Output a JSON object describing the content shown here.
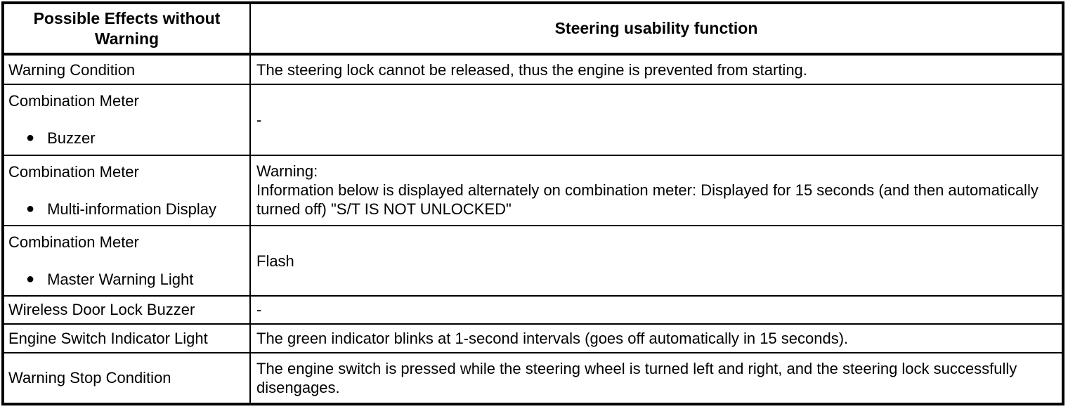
{
  "icons": {
    "bullet": "●"
  },
  "table": {
    "headers": {
      "effects": "Possible Effects without Warning",
      "function": "Steering usability function"
    },
    "rows": [
      {
        "effect": "Warning Condition",
        "description": "The steering lock cannot be released, thus the engine is prevented from starting."
      },
      {
        "effect": "Combination Meter",
        "sub_item": "Buzzer",
        "description": "-"
      },
      {
        "effect": "Combination Meter",
        "sub_item": "Multi-information Display",
        "description": "Warning:\nInformation below is displayed alternately on combination meter: Displayed for 15 seconds (and then automatically turned off) \"S/T IS NOT UNLOCKED\""
      },
      {
        "effect": "Combination Meter",
        "sub_item": "Master Warning Light",
        "description": "Flash"
      },
      {
        "effect": "Wireless Door Lock Buzzer",
        "description": "-"
      },
      {
        "effect": "Engine Switch Indicator Light",
        "description": "The green indicator blinks at 1-second intervals (goes off automatically in 15 seconds)."
      },
      {
        "effect": "Warning Stop Condition",
        "description": "The engine switch is pressed while the steering wheel is turned left and right, and the steering lock successfully disengages."
      }
    ]
  }
}
